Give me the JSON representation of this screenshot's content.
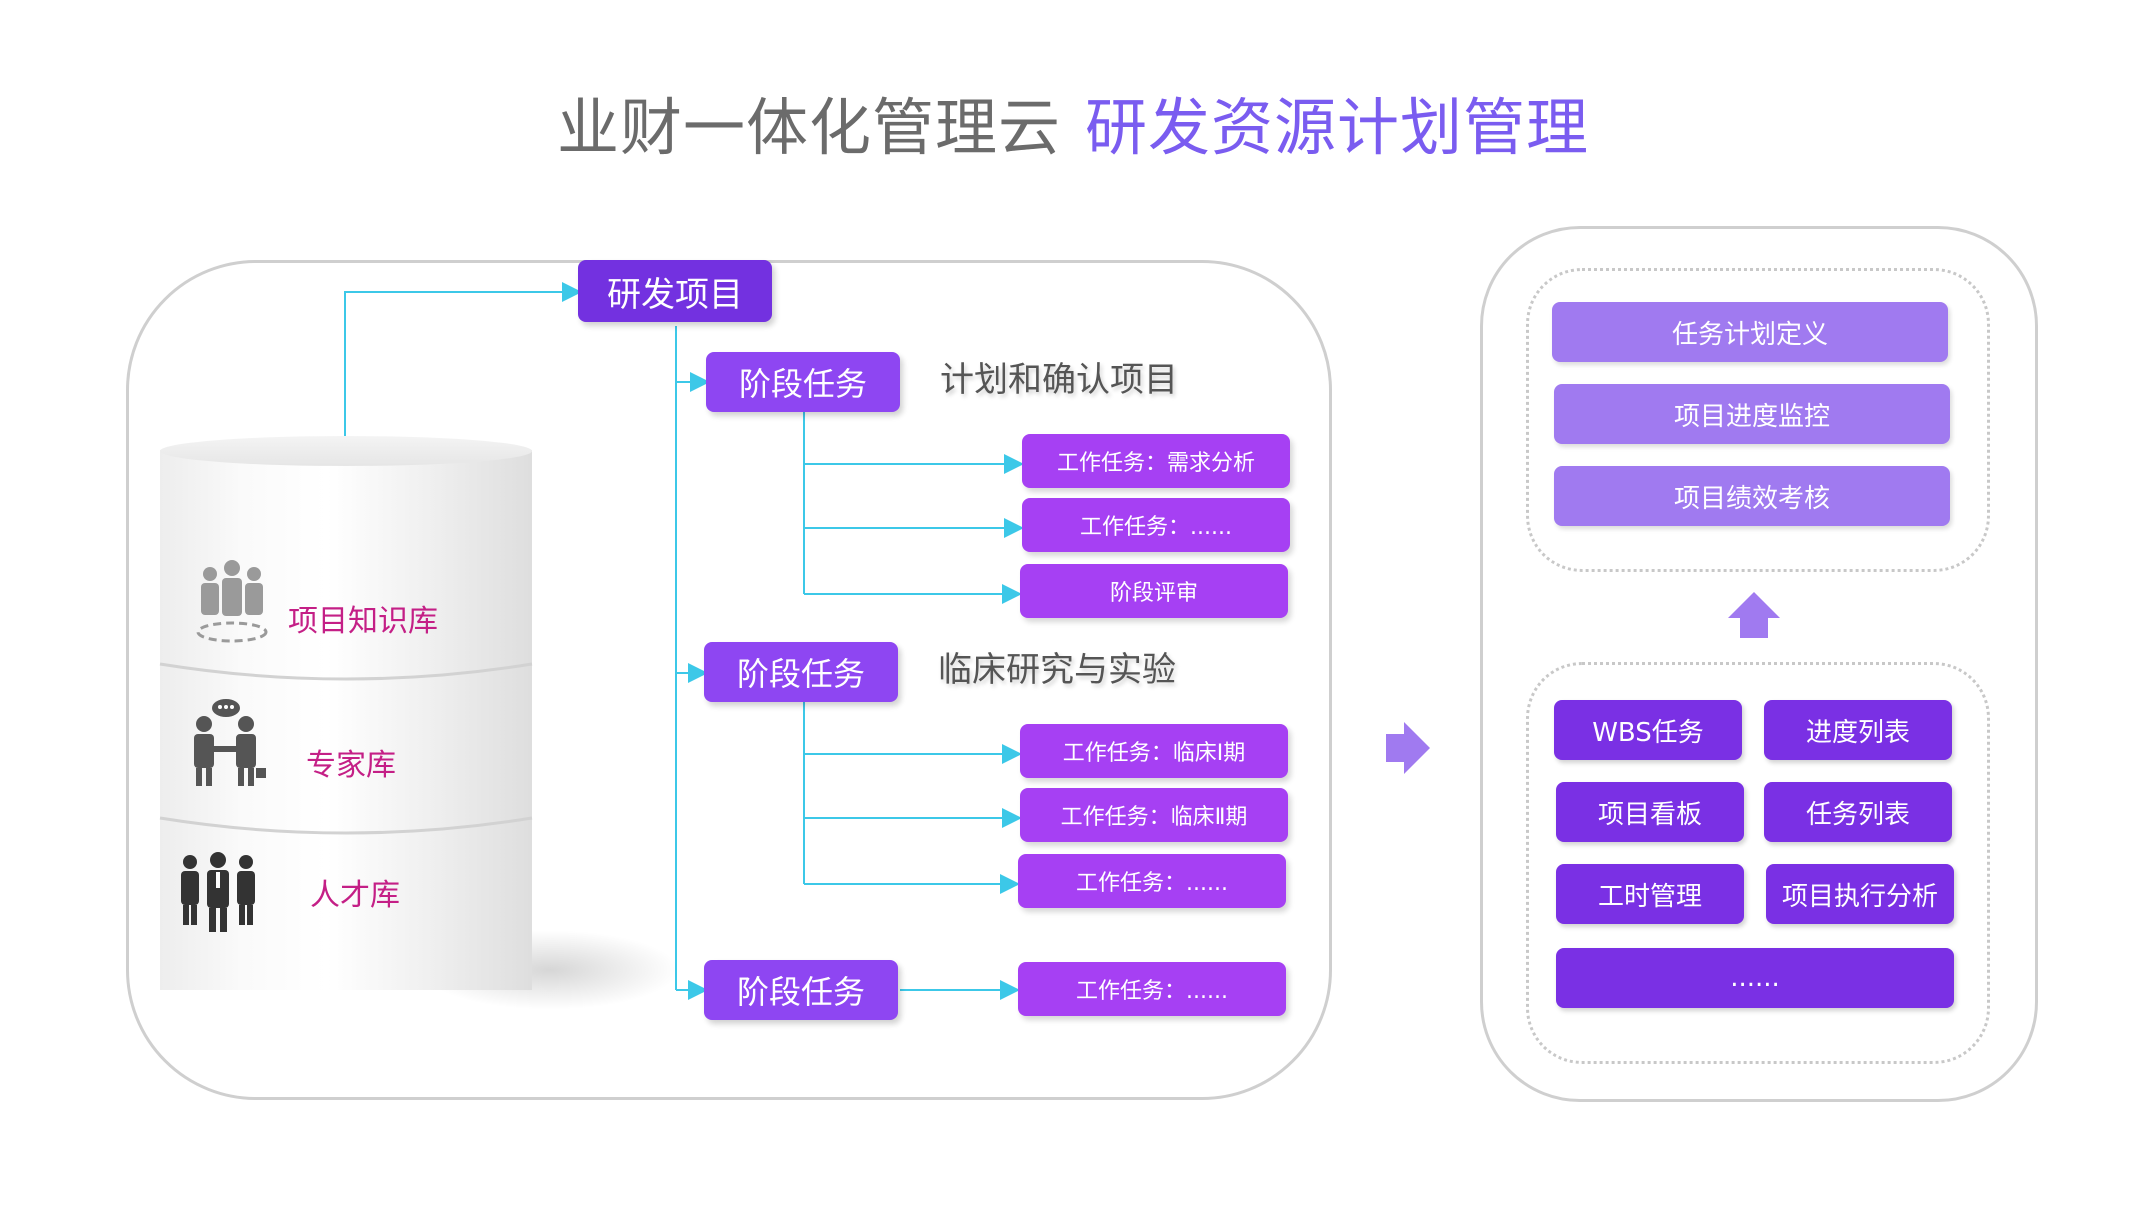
{
  "title": {
    "part1": "业财一体化管理云",
    "part2": "研发资源计划管理"
  },
  "colors": {
    "primary": "#7331e0",
    "stage": "#8e46f2",
    "task": "#a640f3",
    "accent": "#7a5cf0",
    "library_label": "#c41f86",
    "connector": "#3cc8e8"
  },
  "libraries": [
    {
      "label": "项目知识库",
      "icon": "group-people-icon"
    },
    {
      "label": "专家库",
      "icon": "experts-handshake-icon"
    },
    {
      "label": "人才库",
      "icon": "talent-team-icon"
    }
  ],
  "project": {
    "label": "研发项目"
  },
  "stages": [
    {
      "label": "阶段任务",
      "title": "计划和确认项目",
      "tasks": [
        "工作任务：需求分析",
        "工作任务：......",
        "阶段评审"
      ]
    },
    {
      "label": "阶段任务",
      "title": "临床研究与实验",
      "tasks": [
        "工作任务：临床Ⅰ期",
        "工作任务：临床Ⅱ期",
        "工作任务：......"
      ]
    },
    {
      "label": "阶段任务",
      "title": "",
      "tasks": [
        "工作任务：......"
      ]
    }
  ],
  "right_top": [
    "任务计划定义",
    "项目进度监控",
    "项目绩效考核"
  ],
  "right_bottom": [
    "WBS任务",
    "进度列表",
    "项目看板",
    "任务列表",
    "工时管理",
    "项目执行分析"
  ],
  "right_bottom_more": "......"
}
